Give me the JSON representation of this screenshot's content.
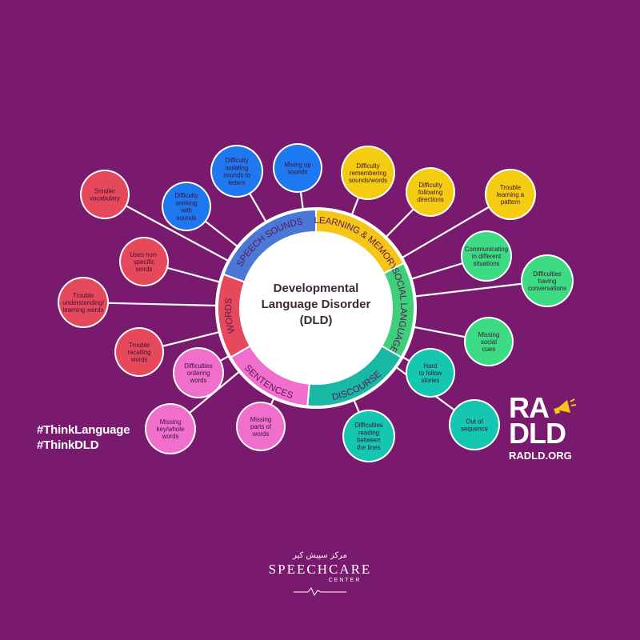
{
  "center": {
    "lines": [
      "Developmental",
      "Language Disorder",
      "(DLD)"
    ]
  },
  "categories": [
    {
      "label": "SPEECH SOUNDS",
      "color": "#4a78d6"
    },
    {
      "label": "LEARNING & MEMORY",
      "color": "#f5c518"
    },
    {
      "label": "SOCIAL LANGUAGE",
      "color": "#3dcf79"
    },
    {
      "label": "DISCOURSE",
      "color": "#19b8a4"
    },
    {
      "label": "SENTENCES",
      "color": "#f06fcd"
    },
    {
      "label": "WORDS",
      "color": "#e6495c"
    }
  ],
  "nodes": [
    {
      "text": [
        "Smaller",
        "vocabulary"
      ],
      "color": "#e6495c"
    },
    {
      "text": [
        "Uses non-",
        "specific",
        "words"
      ],
      "color": "#e6495c"
    },
    {
      "text": [
        "Trouble",
        "understanding/",
        "learning words"
      ],
      "color": "#e6495c"
    },
    {
      "text": [
        "Trouble",
        "recalling",
        "words"
      ],
      "color": "#e6495c"
    },
    {
      "text": [
        "Difficulty",
        "working",
        "with",
        "sounds"
      ],
      "color": "#1e78f0"
    },
    {
      "text": [
        "Difficulty",
        "isolating",
        "sounds to",
        "letters"
      ],
      "color": "#1e78f0"
    },
    {
      "text": [
        "Mixing up",
        "sounds"
      ],
      "color": "#1e78f0"
    },
    {
      "text": [
        "Difficulty",
        "remembering",
        "sounds/words"
      ],
      "color": "#f5cc12"
    },
    {
      "text": [
        "Difficulty",
        "following",
        "directions"
      ],
      "color": "#f5cc12"
    },
    {
      "text": [
        "Trouble",
        "learning a",
        "pattern"
      ],
      "color": "#f5cc12"
    },
    {
      "text": [
        "Communicating",
        "in different",
        "situations"
      ],
      "color": "#3ddc84"
    },
    {
      "text": [
        "Difficulties",
        "having",
        "conversations"
      ],
      "color": "#3ddc84"
    },
    {
      "text": [
        "Missing",
        "social",
        "cues"
      ],
      "color": "#3ddc84"
    },
    {
      "text": [
        "Hard",
        "to follow",
        "stories"
      ],
      "color": "#15c7b0"
    },
    {
      "text": [
        "Out of",
        "sequence"
      ],
      "color": "#15c7b0"
    },
    {
      "text": [
        "Difficulties",
        "reading",
        "between",
        "the lines"
      ],
      "color": "#15c7b0"
    },
    {
      "text": [
        "Difficulties",
        "ordering",
        "words"
      ],
      "color": "#f06fcd"
    },
    {
      "text": [
        "Missing",
        "key/whole",
        "words"
      ],
      "color": "#f06fcd"
    },
    {
      "text": [
        "Missing",
        "parts of",
        "words"
      ],
      "color": "#f06fcd"
    }
  ],
  "hashtags": [
    "#ThinkLanguage",
    "#ThinkDLD"
  ],
  "logo": {
    "top": "RA",
    "bottom": "DLD",
    "url": "RADLD.ORG"
  },
  "footer": {
    "arabic": "مرکز سپیش کیر",
    "brand": "SPEECHCARE",
    "sub": "CENTER"
  },
  "colors": {
    "background": "#7a1a6e",
    "ring_border": "#ffffff",
    "center_fill": "#ffffff"
  }
}
